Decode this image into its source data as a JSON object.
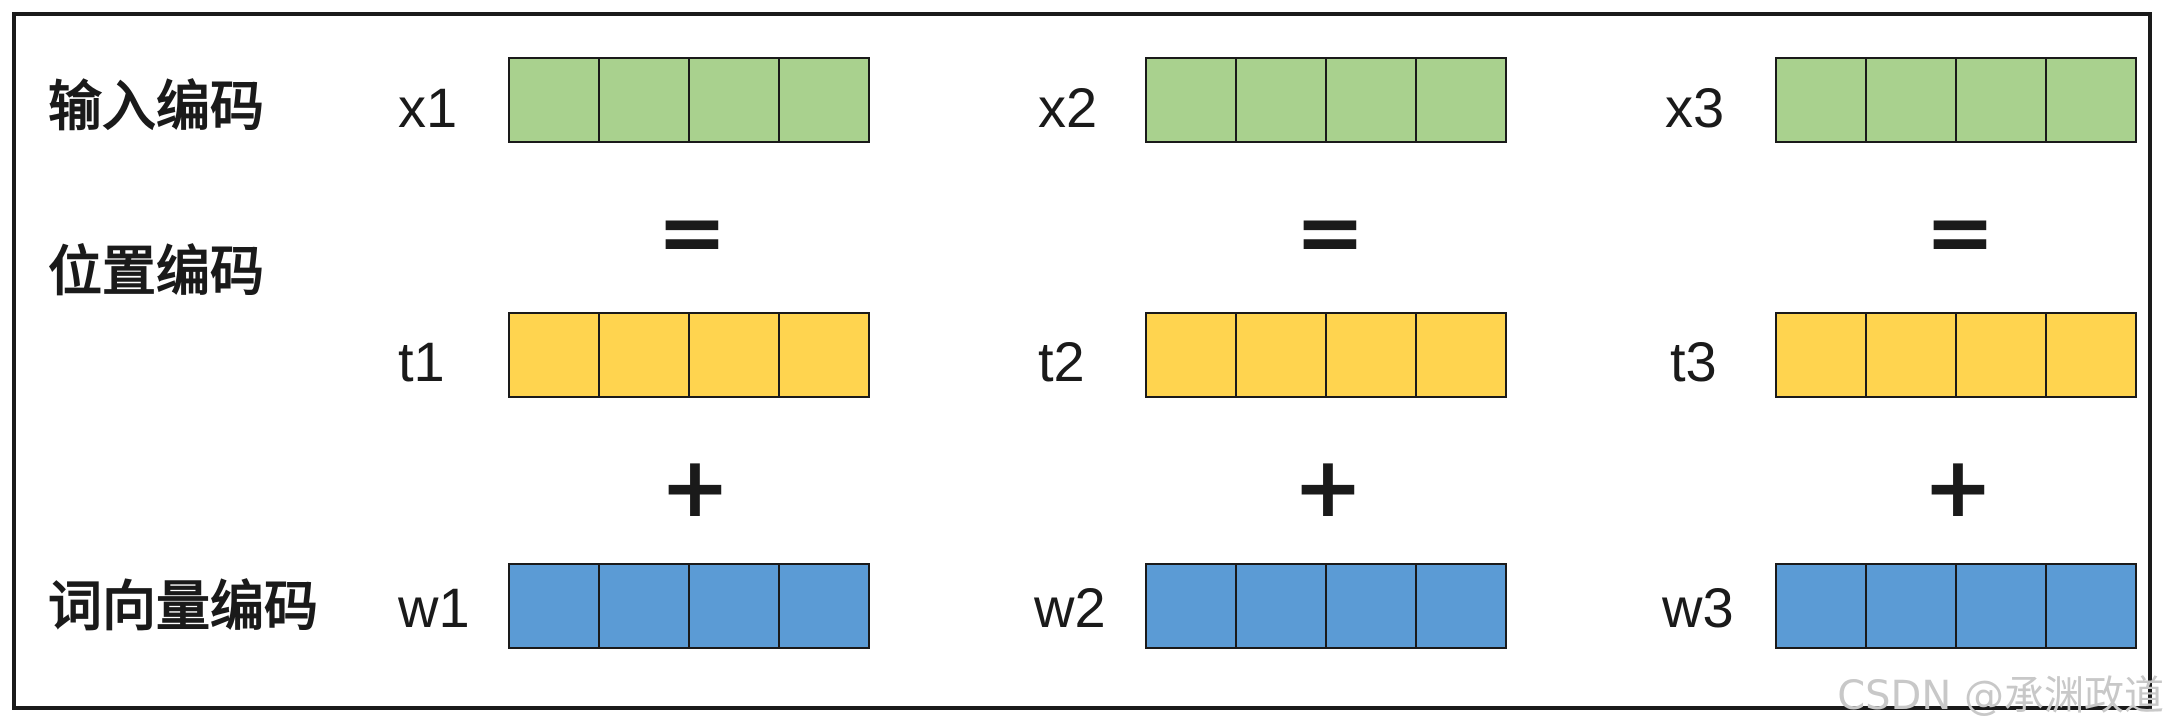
{
  "rows": [
    {
      "label": "输入编码",
      "vars": [
        "x1",
        "x2",
        "x3"
      ],
      "color": "#a9d18e"
    },
    {
      "label": "位置编码",
      "vars": [
        "t1",
        "t2",
        "t3"
      ],
      "color": "#ffd44f"
    },
    {
      "label": "词向量编码",
      "vars": [
        "w1",
        "w2",
        "w3"
      ],
      "color": "#5b9bd5"
    }
  ],
  "operators": {
    "equals": "=",
    "plus": "+"
  },
  "watermark": "CSDN @承渊政道"
}
